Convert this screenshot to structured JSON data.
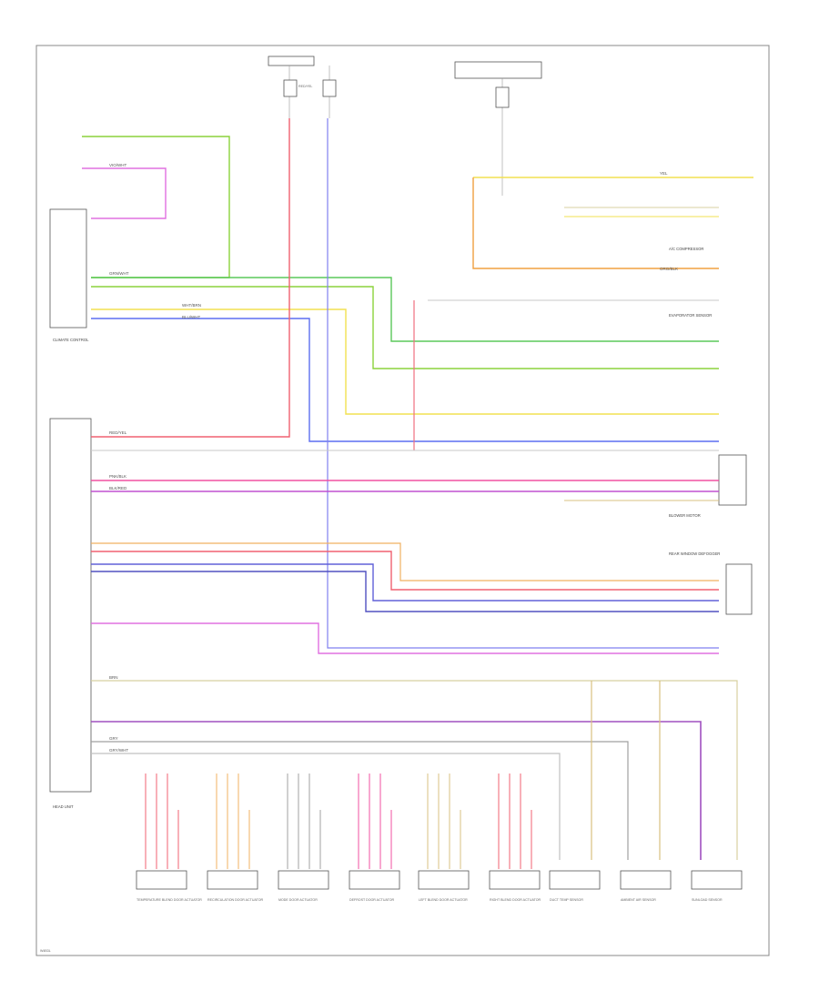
{
  "diagram": {
    "page_code": "W4B3L",
    "modules": {
      "head": "HEAD UNIT",
      "climate": "CLIMATE CONTROL",
      "ac": "A/C COMPRESSOR",
      "evap": "EVAPORATOR SENSOR",
      "blower": "BLOWER MOTOR",
      "rear": "REAR WINDOW DEFOGGER"
    },
    "wire_labels": {
      "grn_wht": "GRN/WHT",
      "vio_wht": "VIO/WHT",
      "wht_brn": "WHT/BRN",
      "blk_red": "BLK/RED",
      "red_yel": "RED/YEL",
      "blu_wht": "BLU/WHT",
      "gry": "GRY",
      "org_blk": "ORG/BLK",
      "pnk_blk": "PNK/BLK",
      "yel": "YEL",
      "brn": "BRN",
      "gry_wht": "GRY/WHT"
    },
    "bottom_labels": [
      "TEMPERATURE BLEND DOOR ACTUATOR",
      "RECIRCULATION DOOR ACTUATOR",
      "MODE DOOR ACTUATOR",
      "DEFROST DOOR ACTUATOR",
      "LEFT BLEND DOOR ACTUATOR",
      "RIGHT BLEND DOOR ACTUATOR",
      "DUCT TEMP SENSOR",
      "AMBIENT AIR SENSOR",
      "SUNLOAD SENSOR"
    ]
  }
}
